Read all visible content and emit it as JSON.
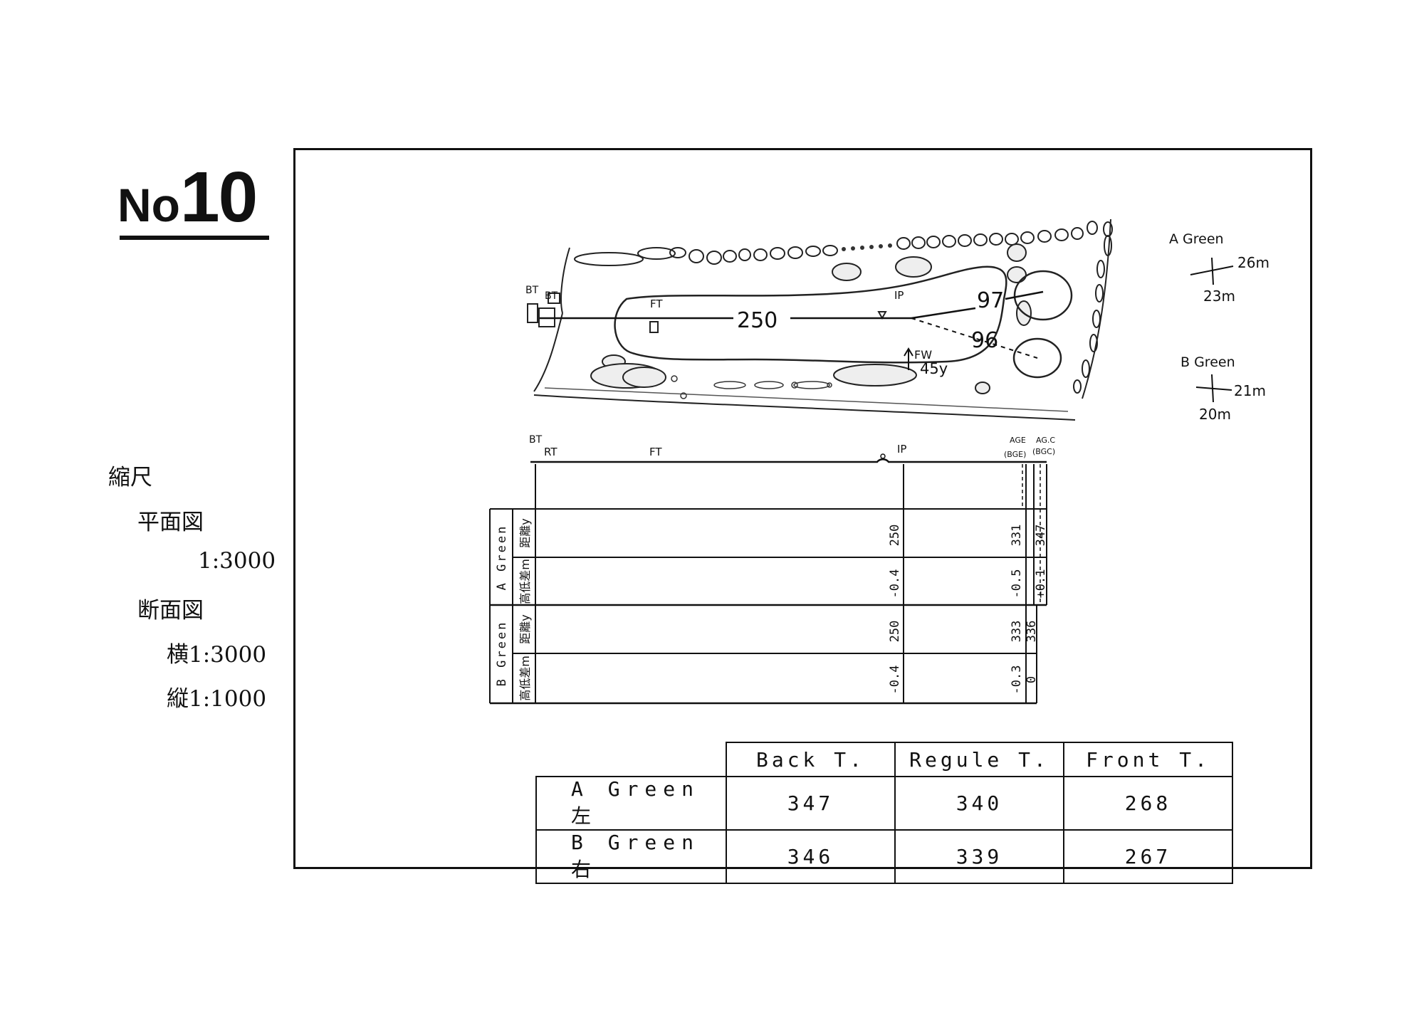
{
  "hole": {
    "prefix": "No",
    "number": "10"
  },
  "scale": {
    "title": "縮尺",
    "plan_label": "平面図",
    "plan_value": "1:3000",
    "section_label": "断面図",
    "horizontal": "横1:3000",
    "vertical": "縦1:1000"
  },
  "plan": {
    "labels": {
      "bt1": "BT",
      "bt2": "BT",
      "ft": "FT",
      "ip": "IP",
      "fw": "FW",
      "fw_dist": "45y"
    },
    "distances": {
      "tee_to_ip": "250",
      "ip_to_a_green": "97",
      "ip_to_b_green": "96"
    }
  },
  "greens": {
    "a": {
      "title": "A Green",
      "width": "26m",
      "depth": "23m"
    },
    "b": {
      "title": "B Green",
      "width": "21m",
      "depth": "20m"
    }
  },
  "profile": {
    "top_labels": {
      "bt": "BT",
      "rt": "RT",
      "ft": "FT",
      "ip": "IP",
      "age": "AGE",
      "bge": "(BGE)",
      "agc": "AG.C",
      "bgc": "(BGC)"
    },
    "groups": [
      {
        "title": "A Green",
        "rows": [
          {
            "label": "距離y",
            "values": [
              "250",
              "331",
              "347"
            ]
          },
          {
            "label": "高低差m",
            "values": [
              "-0.4",
              "-0.5",
              "+0.1"
            ]
          }
        ]
      },
      {
        "title": "B Green",
        "rows": [
          {
            "label": "距離y",
            "values": [
              "250",
              "333",
              "336"
            ]
          },
          {
            "label": "高低差m",
            "values": [
              "-0.4",
              "-0.3",
              "0"
            ]
          }
        ]
      }
    ]
  },
  "yardage": {
    "headers": [
      "Back T.",
      "Regule T.",
      "Front T."
    ],
    "rows": [
      {
        "label": "A Green 左",
        "values": [
          "347",
          "340",
          "268"
        ]
      },
      {
        "label": "B Green 右",
        "values": [
          "346",
          "339",
          "267"
        ]
      }
    ]
  }
}
